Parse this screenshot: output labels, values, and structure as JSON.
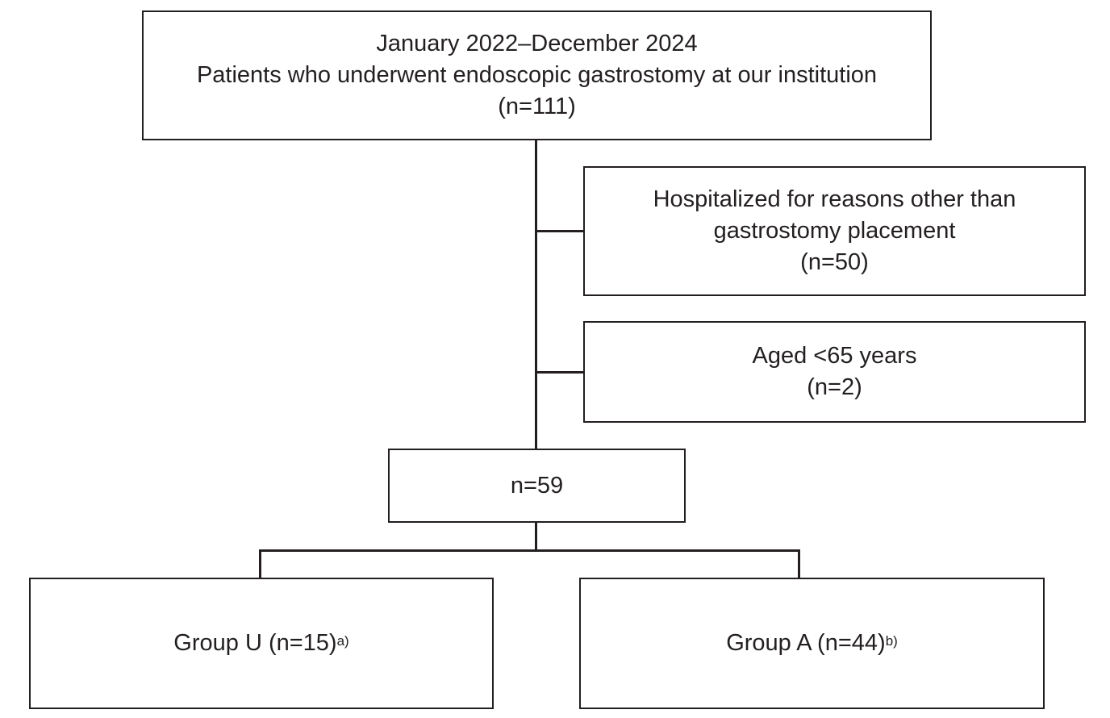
{
  "flowchart": {
    "total": {
      "period": "January 2022–December 2024",
      "description": "Patients who underwent endoscopic gastrostomy at our institution",
      "count": "(n=111)"
    },
    "exclusions": [
      {
        "line1": "Hospitalized for reasons other than",
        "line2": "gastrostomy placement",
        "count": "(n=50)"
      },
      {
        "line1": "Aged <65 years",
        "count": "(n=2)"
      }
    ],
    "included": {
      "count": "n=59"
    },
    "groups": [
      {
        "label": "Group U (n=15)",
        "footnote": "a)"
      },
      {
        "label": "Group A (n=44)",
        "footnote": "b)"
      }
    ]
  }
}
